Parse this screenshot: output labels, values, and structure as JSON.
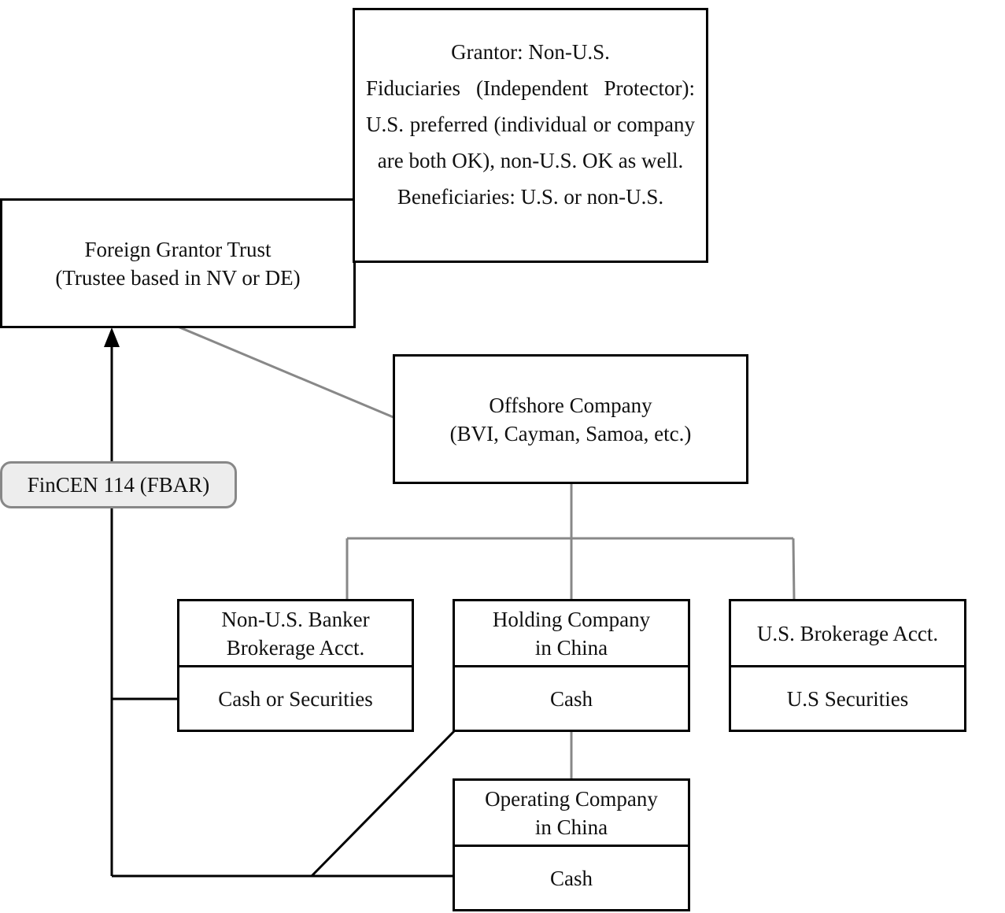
{
  "trust": {
    "title": "Foreign Grantor Trust",
    "subtitle": "(Trustee based in NV or DE)"
  },
  "parties": {
    "grantor": "Grantor: Non-U.S.",
    "fiduciaries": "Fiduciaries (Independent Protector): U.S. preferred (individual or company are both OK), non-U.S. OK as well.",
    "beneficiaries": "Beneficiaries: U.S. or non-U.S."
  },
  "offshore": {
    "title": "Offshore Company",
    "subtitle": "(BVI, Cayman, Samoa, etc.)"
  },
  "badge": {
    "label": "FinCEN 114 (FBAR)"
  },
  "non_us_account": {
    "title": "Non-U.S. Banker\nBrokerage Acct.",
    "holding": "Cash or Securities"
  },
  "holding_company": {
    "title": "Holding Company\nin China",
    "holding": "Cash"
  },
  "us_account": {
    "title": "U.S. Brokerage Acct.",
    "holding": "U.S Securities"
  },
  "operating_company": {
    "title": "Operating Company\nin China",
    "holding": "Cash"
  },
  "colors": {
    "border": "#000000",
    "connector_gray": "#888888",
    "badge_fill": "#ededed"
  }
}
